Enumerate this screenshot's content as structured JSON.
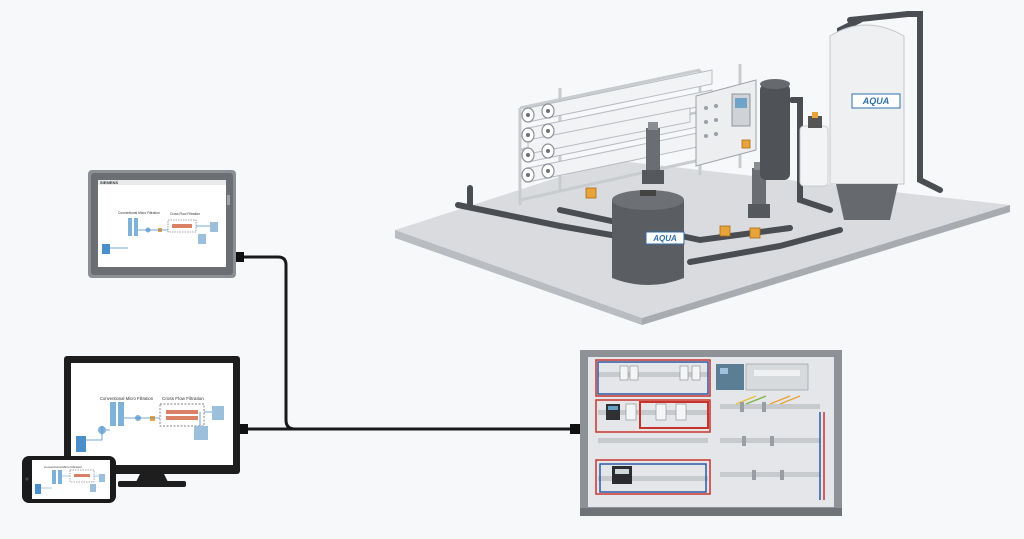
{
  "scene": {
    "background": "#f7f8fa",
    "cable_color": "#1a1a1a"
  },
  "hmi_panel": {
    "brand": "SIEMENS",
    "screen_title_left": "Conventional Micro Filtration",
    "screen_title_right": "Cross Flow Filtration"
  },
  "desktop_monitor": {
    "title_left": "Conventional Micro Filtration",
    "title_right": "Cross Flow Filtration"
  },
  "phone": {
    "title": "Conventional Micro Filtration"
  },
  "ro_plant": {
    "tank_logo": "AQUA"
  },
  "colors": {
    "tank_white": "#eef0f2",
    "tank_grey": "#5a5d61",
    "pipe": "#4a4d52",
    "valve": "#e8a33a",
    "platform": "#d9dbde",
    "cabinet_frame": "#8e9196",
    "cabinet_inside": "#e4e6e9",
    "wire_red": "#c8342c",
    "wire_blue": "#2f58a8"
  }
}
